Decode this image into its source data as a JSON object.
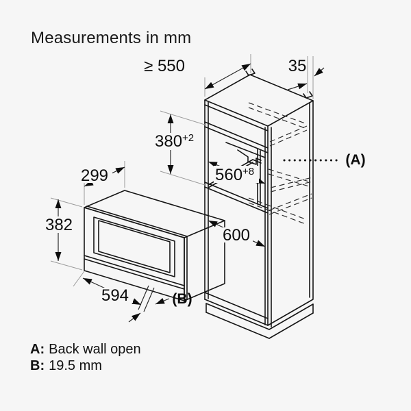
{
  "title": "Measurements in mm",
  "legend": {
    "a_key": "A:",
    "a_value": "Back wall open",
    "b_key": "B:",
    "b_value": "19.5 mm"
  },
  "dimensions": {
    "cabinet_depth_min": "≥ 550",
    "top_rear_gap": "35",
    "niche_height": "380",
    "niche_height_tol": "+2",
    "niche_width": "560",
    "niche_width_tol": "+8",
    "lower_niche_width": "600",
    "appliance_depth": "299",
    "appliance_height": "382",
    "appliance_width": "594",
    "callout_a": "(A)",
    "callout_b": "(B)"
  },
  "colors": {
    "background": "#f6f6f6",
    "line": "#161616",
    "extension_line": "#9b9b9b"
  }
}
